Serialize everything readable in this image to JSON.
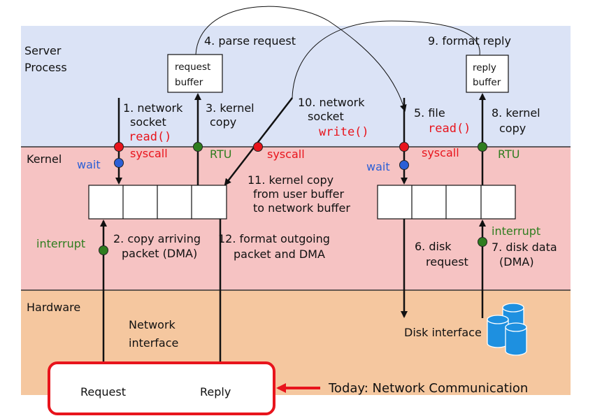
{
  "regions": {
    "server": {
      "label_line1": "Server",
      "label_line2": "Process",
      "color": "#dbe3f6"
    },
    "kernel": {
      "label": "Kernel",
      "color": "#f6c3c3"
    },
    "hardware": {
      "label": "Hardware",
      "color": "#f5c79f"
    }
  },
  "buffers": {
    "request": {
      "line1": "request",
      "line2": "buffer"
    },
    "reply": {
      "line1": "reply",
      "line2": "buffer"
    }
  },
  "steps": {
    "s1": {
      "line1": "1. network",
      "line2": "socket",
      "code": "read()"
    },
    "s2": {
      "line1": "2. copy arriving",
      "line2": "packet (DMA)"
    },
    "s3": {
      "line1": "3. kernel",
      "line2": "copy"
    },
    "s4": "4. parse request",
    "s5": {
      "line1": "5. file",
      "code": "read()"
    },
    "s6": {
      "line1": "6. disk",
      "line2": "request"
    },
    "s7": {
      "line1": "7. disk data",
      "line2": "(DMA)"
    },
    "s8": {
      "line1": "8. kernel",
      "line2": "copy"
    },
    "s9": "9. format reply",
    "s10": {
      "line1": "10. network",
      "line2": "socket",
      "code": "write()"
    },
    "s11": {
      "line1": "11. kernel copy",
      "line2": "from user buffer",
      "line3": "to network buffer"
    },
    "s12": {
      "line1": "12. format outgoing",
      "line2": "packet and DMA"
    }
  },
  "events": {
    "syscall": "syscall",
    "wait": "wait",
    "rtu": "RTU",
    "interrupt": "interrupt"
  },
  "hardware": {
    "network_interface_line1": "Network",
    "network_interface_line2": "interface",
    "disk_interface": "Disk interface"
  },
  "network": {
    "request": "Request",
    "reply": "Reply",
    "callout": "Today: Network Communication"
  },
  "colors": {
    "syscall": "#e8141c",
    "rtu": "#2f7d1f",
    "wait": "#2b5fd6",
    "highlight": "#e8141c",
    "disk": "#1e90e0"
  }
}
